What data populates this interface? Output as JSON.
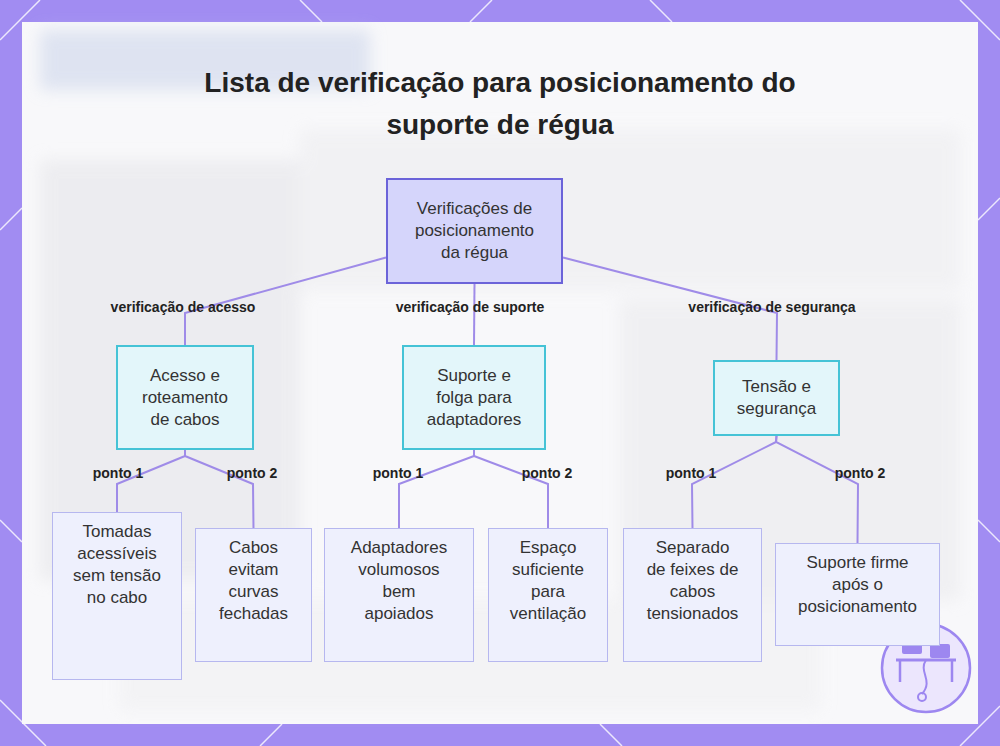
{
  "diagram": {
    "title": "Lista de verificação para posicionamento do suporte de régua",
    "nodes": [
      {
        "text": [
          "Verificações de posicionamento da régua"
        ]
      },
      {
        "text": [
          "Acesso e roteamento de cabos"
        ]
      },
      {
        "text": [
          "Suporte e folga para adaptadores"
        ]
      },
      {
        "text": [
          "Tensão e segurança"
        ]
      },
      {
        "text": [
          "Tomadas acessíveis sem tensão no cabo"
        ]
      },
      {
        "text": [
          "Cabos evitam curvas fechadas"
        ]
      },
      {
        "text": [
          "Adaptadores volumosos bem apoiados"
        ]
      },
      {
        "text": [
          "Espaço suficiente para ventilação"
        ]
      },
      {
        "text": [
          "Separado de feixes de cabos tensionados"
        ]
      },
      {
        "text": [
          "Suporte firme após o posicionamento"
        ]
      }
    ],
    "edges": [
      {
        "from": 0,
        "to": 1,
        "label": "verificação de acesso",
        "arrow": "none"
      },
      {
        "from": 0,
        "to": 2,
        "label": "verificação de suporte",
        "arrow": "none"
      },
      {
        "from": 0,
        "to": 3,
        "label": "verificação de segurança",
        "arrow": "none"
      },
      {
        "from": 1,
        "to": 4,
        "label": "ponto 1",
        "arrow": "none"
      },
      {
        "from": 1,
        "to": 5,
        "label": "ponto 2",
        "arrow": "none"
      },
      {
        "from": 2,
        "to": 6,
        "label": "ponto 1",
        "arrow": "none"
      },
      {
        "from": 2,
        "to": 7,
        "label": "ponto 2",
        "arrow": "none"
      },
      {
        "from": 3,
        "to": 8,
        "label": "ponto 1",
        "arrow": "none"
      },
      {
        "from": 3,
        "to": 9,
        "label": "ponto 2",
        "arrow": "none"
      }
    ]
  }
}
